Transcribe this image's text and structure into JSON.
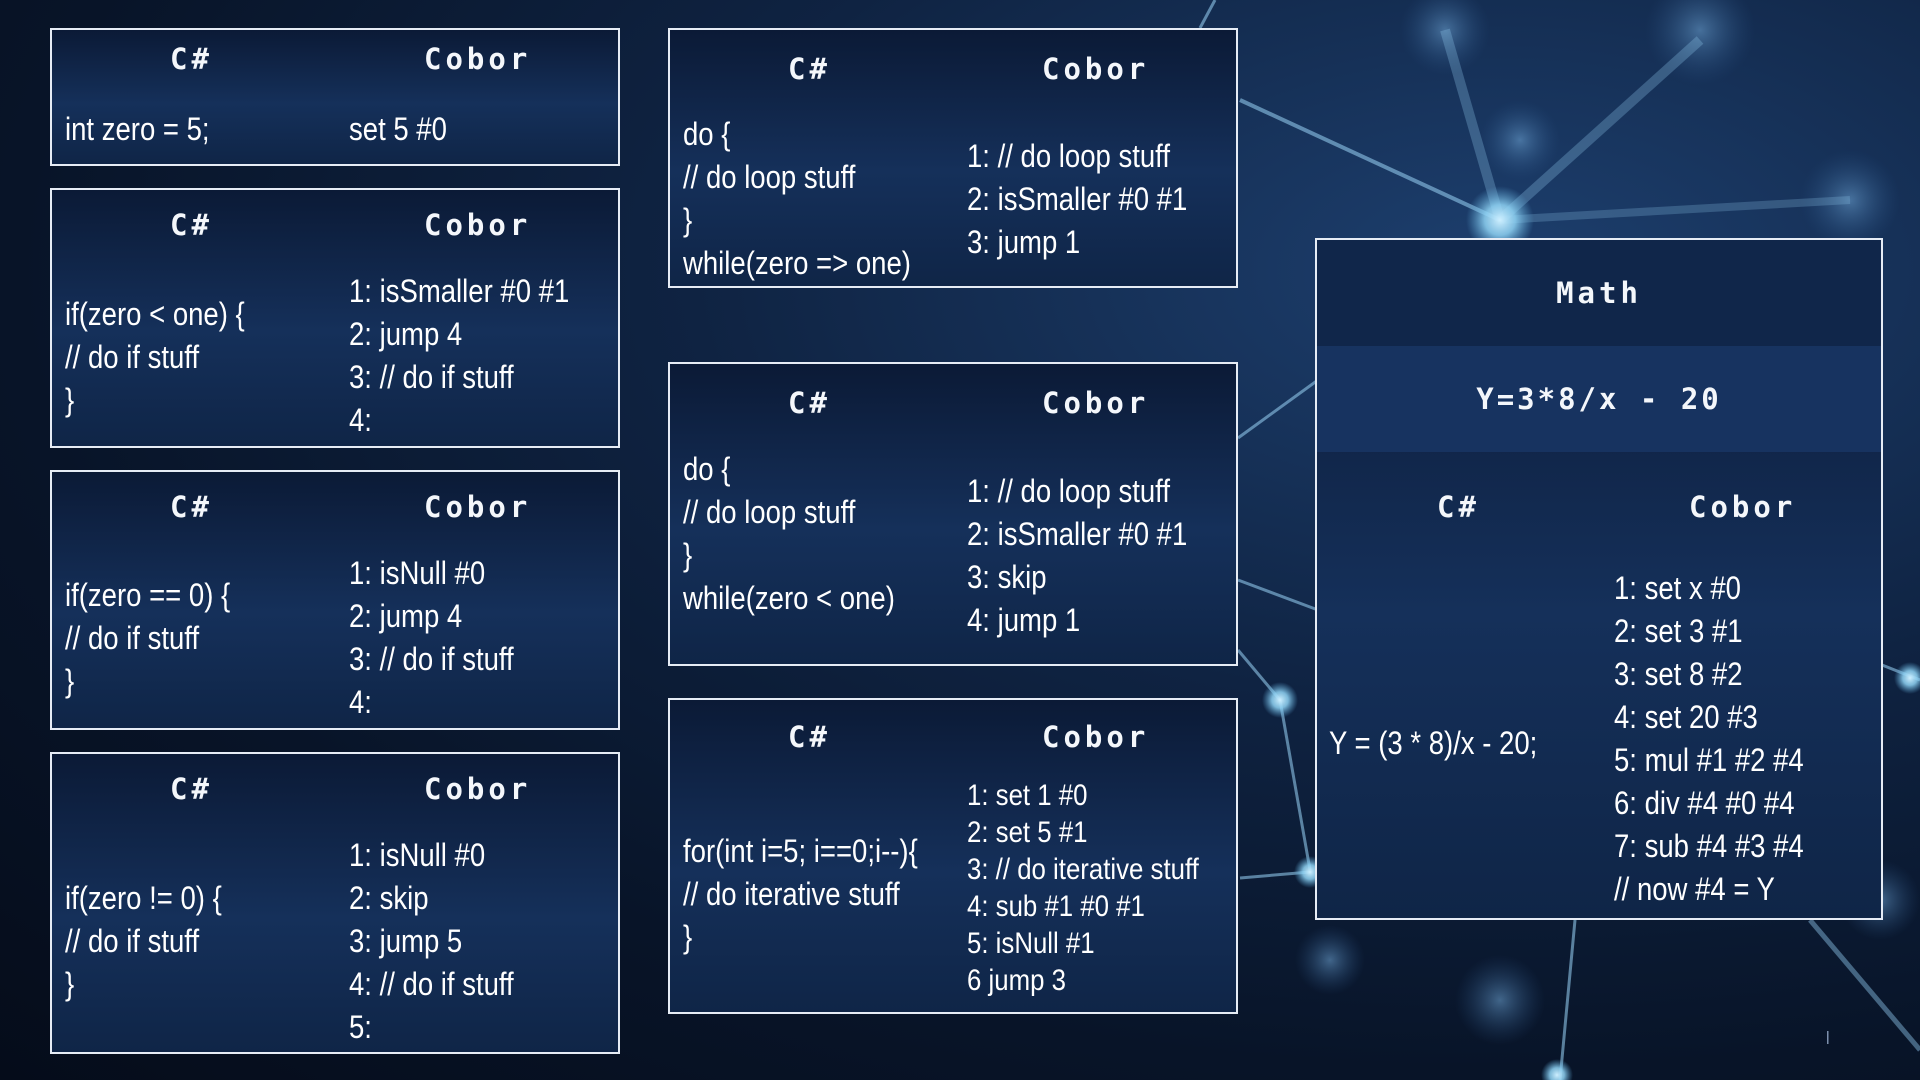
{
  "header_left": "C#",
  "header_right": "Cobor",
  "panels": [
    {
      "csharp": "int zero = 5;",
      "cobor": "set 5 #0"
    },
    {
      "csharp": "if(zero < one) {\n// do if stuff\n}",
      "cobor": "1: isSmaller #0 #1\n2: jump 4\n3: // do if stuff\n4:"
    },
    {
      "csharp": "if(zero == 0) {\n// do if stuff\n}",
      "cobor": "1: isNull #0\n2: jump 4\n3: // do if stuff\n4:"
    },
    {
      "csharp": "if(zero != 0) {\n// do if stuff\n}",
      "cobor": "1: isNull #0\n2: skip\n3: jump 5\n4: // do if stuff\n5:"
    },
    {
      "csharp": "do {\n// do loop stuff\n}\nwhile(zero => one)",
      "cobor": "1: // do loop stuff\n2: isSmaller #0 #1\n3: jump 1"
    },
    {
      "csharp": "do {\n// do loop stuff\n}\nwhile(zero < one)",
      "cobor": "1: // do loop stuff\n2: isSmaller #0 #1\n3: skip\n4: jump 1"
    },
    {
      "csharp": "for(int i=5; i==0;i--){\n// do iterative stuff\n}",
      "cobor": "1: set 1 #0\n2: set 5 #1\n3: // do iterative stuff\n4: sub #1 #0 #1\n5: isNull #1\n6 jump 3"
    }
  ],
  "math": {
    "title": "Math",
    "formula": "Y=3*8/x - 20",
    "csharp": "Y = (3 * 8)/x - 20;",
    "cobor": "1: set x #0\n2: set 3 #1\n3: set 8 #2\n4: set 20 #3\n5: mul #1 #2 #4\n6: div #4 #0 #4\n7: sub #4 #3 #4\n// now #4 = Y"
  },
  "colors": {
    "background": "#0a1a33",
    "panel_border": "#e6ecf5",
    "network_glow": "#8fd3f4"
  }
}
